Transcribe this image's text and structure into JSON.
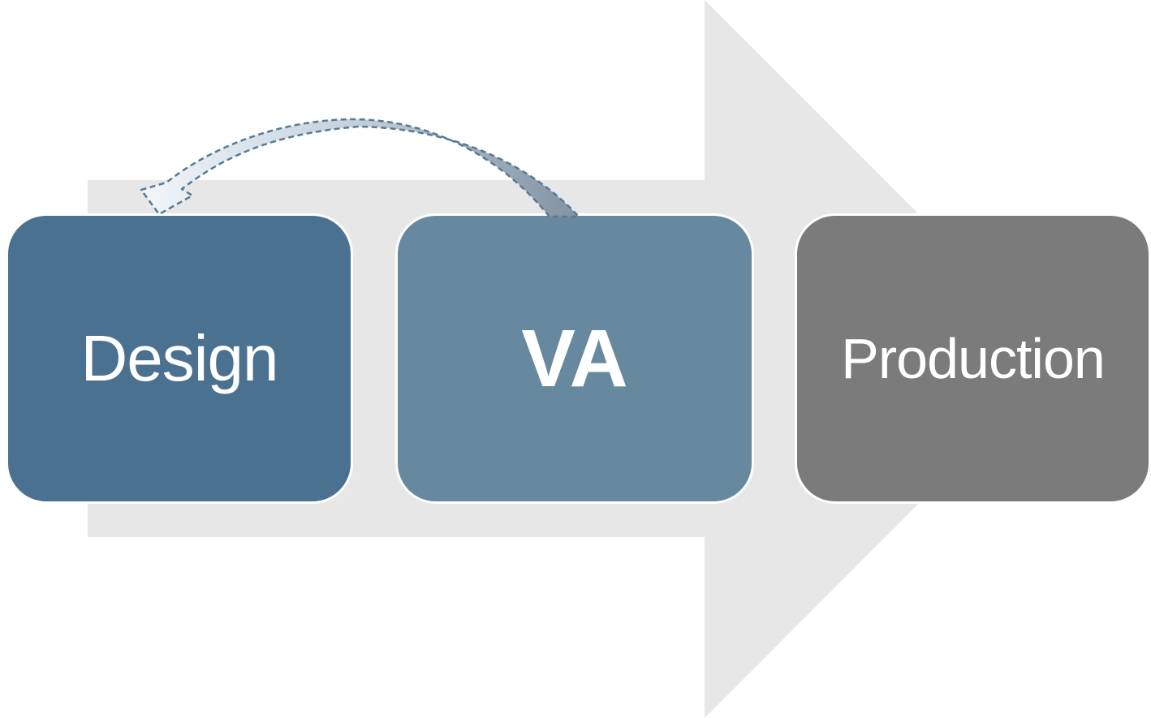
{
  "diagram": {
    "title": "design-va-production-process-flow",
    "stages": [
      {
        "id": "design",
        "label": "Design",
        "fill_color": "#4B7191",
        "text_color": "#FFFFFF"
      },
      {
        "id": "va",
        "label": "VA",
        "fill_color": "#67899F",
        "text_color": "#FFFFFF"
      },
      {
        "id": "production",
        "label": "Production",
        "fill_color": "#7B7B7B",
        "text_color": "#FFFFFF"
      }
    ],
    "flow_arrow": {
      "description": "large background process arrow pointing right",
      "fill_color": "#E7E7E8"
    },
    "feedback_arrow": {
      "description": "dashed curved arrow looping from VA back to Design",
      "from": "VA",
      "to": "Design",
      "stroke_color": "#567B95",
      "gradient_start_color": "#8292A2",
      "gradient_mid_color": "#C2CFDA",
      "gradient_end_color": "#F2F6FA"
    }
  }
}
